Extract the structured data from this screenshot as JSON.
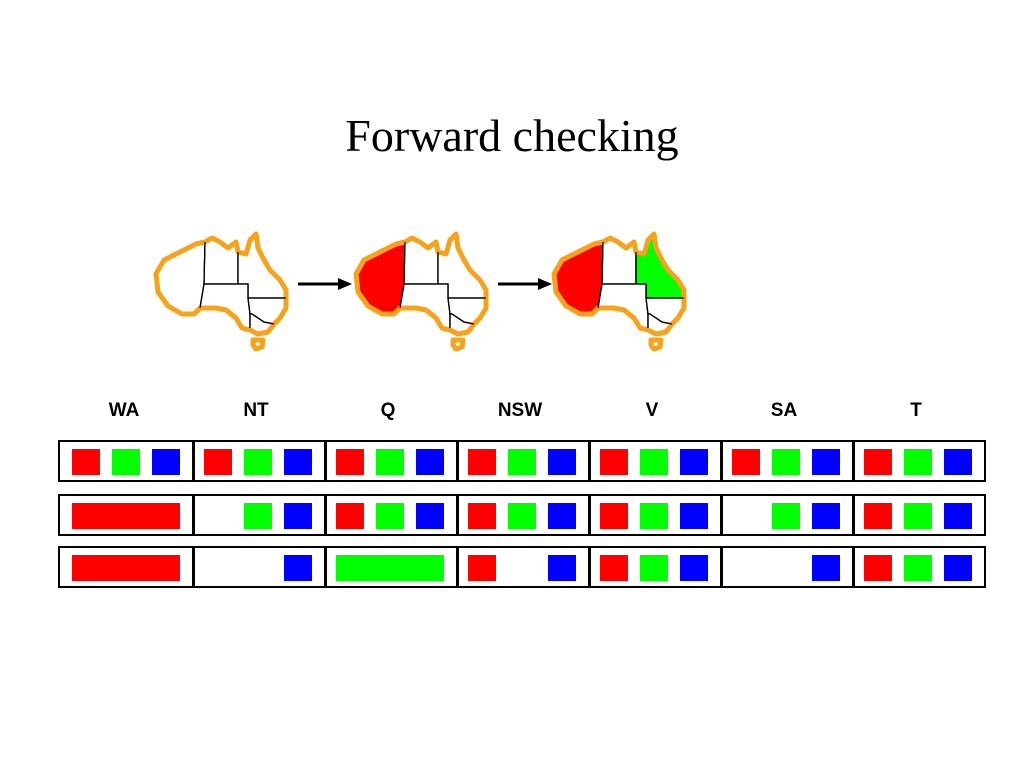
{
  "title": "Forward checking",
  "colors": {
    "red": "#ff0000",
    "green": "#00ff00",
    "blue": "#0000ff",
    "outline": "#f7a21b"
  },
  "maps": [
    {
      "WA": "none",
      "NT": "none",
      "Q": "none",
      "NSW": "none",
      "V": "none",
      "SA": "none",
      "T": "none"
    },
    {
      "WA": "red",
      "NT": "none",
      "Q": "none",
      "NSW": "none",
      "V": "none",
      "SA": "none",
      "T": "none"
    },
    {
      "WA": "red",
      "NT": "none",
      "Q": "green",
      "NSW": "none",
      "V": "none",
      "SA": "none",
      "T": "none"
    }
  ],
  "variables": [
    "WA",
    "NT",
    "Q",
    "NSW",
    "V",
    "SA",
    "T"
  ],
  "domain_rows": [
    {
      "WA": {
        "assigned": null,
        "remaining": [
          "red",
          "green",
          "blue"
        ]
      },
      "NT": {
        "assigned": null,
        "remaining": [
          "red",
          "green",
          "blue"
        ]
      },
      "Q": {
        "assigned": null,
        "remaining": [
          "red",
          "green",
          "blue"
        ]
      },
      "NSW": {
        "assigned": null,
        "remaining": [
          "red",
          "green",
          "blue"
        ]
      },
      "V": {
        "assigned": null,
        "remaining": [
          "red",
          "green",
          "blue"
        ]
      },
      "SA": {
        "assigned": null,
        "remaining": [
          "red",
          "green",
          "blue"
        ]
      },
      "T": {
        "assigned": null,
        "remaining": [
          "red",
          "green",
          "blue"
        ]
      }
    },
    {
      "WA": {
        "assigned": "red",
        "remaining": []
      },
      "NT": {
        "assigned": null,
        "remaining": [
          "green",
          "blue"
        ]
      },
      "Q": {
        "assigned": null,
        "remaining": [
          "red",
          "green",
          "blue"
        ]
      },
      "NSW": {
        "assigned": null,
        "remaining": [
          "red",
          "green",
          "blue"
        ]
      },
      "V": {
        "assigned": null,
        "remaining": [
          "red",
          "green",
          "blue"
        ]
      },
      "SA": {
        "assigned": null,
        "remaining": [
          "green",
          "blue"
        ]
      },
      "T": {
        "assigned": null,
        "remaining": [
          "red",
          "green",
          "blue"
        ]
      }
    },
    {
      "WA": {
        "assigned": "red",
        "remaining": []
      },
      "NT": {
        "assigned": null,
        "remaining": [
          "blue"
        ]
      },
      "Q": {
        "assigned": "green",
        "remaining": []
      },
      "NSW": {
        "assigned": null,
        "remaining": [
          "red",
          "blue"
        ]
      },
      "V": {
        "assigned": null,
        "remaining": [
          "red",
          "green",
          "blue"
        ]
      },
      "SA": {
        "assigned": null,
        "remaining": [
          "blue"
        ]
      },
      "T": {
        "assigned": null,
        "remaining": [
          "red",
          "green",
          "blue"
        ]
      }
    }
  ]
}
